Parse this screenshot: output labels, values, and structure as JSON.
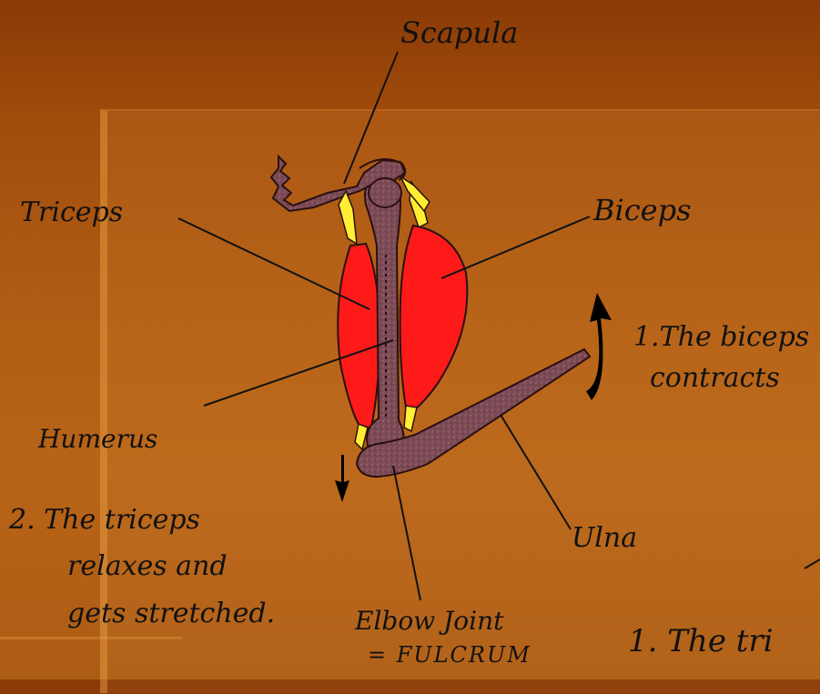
{
  "labels": {
    "scapula": "Scapula",
    "triceps": "Triceps",
    "biceps": "Biceps",
    "humerus": "Humerus",
    "ulna": "Ulna",
    "biceps_note_line1": "1.The biceps",
    "biceps_note_line2": "contracts",
    "triceps_note_line1": "2. The triceps",
    "triceps_note_line2": "relaxes and",
    "triceps_note_line3": "gets stretched.",
    "elbow_line1": "Elbow Joint",
    "elbow_line2": "= FULCRUM",
    "partial_note": "1. The tri"
  },
  "colors": {
    "muscle": "#ff1a1a",
    "bone": "#7b4a55",
    "tendon": "#ffee33",
    "ink": "#111111",
    "background_top": "#8a3a06",
    "background_bottom": "#b86418"
  }
}
